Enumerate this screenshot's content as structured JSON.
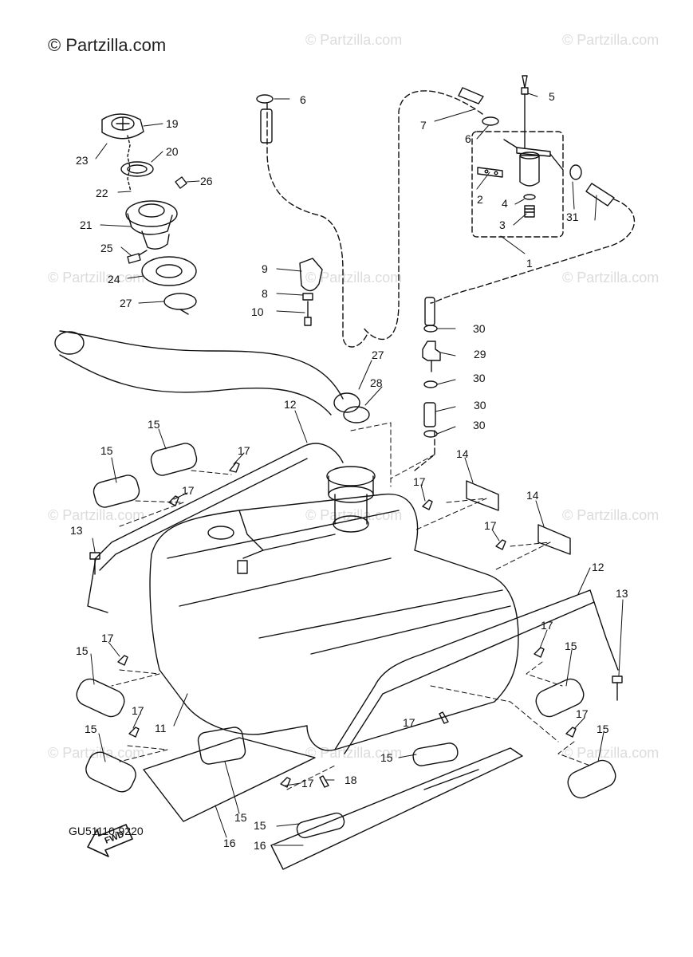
{
  "header": {
    "brand": "© Partzilla.com"
  },
  "watermark": "© Partzilla.com",
  "diagram_code": "GU51110-9220",
  "fwd_label": "FWD",
  "callouts": [
    "1",
    "2",
    "3",
    "4",
    "5",
    "6",
    "6",
    "7",
    "8",
    "9",
    "10",
    "11",
    "12",
    "12",
    "13",
    "13",
    "14",
    "14",
    "15",
    "15",
    "15",
    "15",
    "15",
    "15",
    "15",
    "15",
    "15",
    "16",
    "16",
    "17",
    "17",
    "17",
    "17",
    "17",
    "17",
    "17",
    "17",
    "17",
    "17",
    "18",
    "19",
    "20",
    "21",
    "22",
    "23",
    "24",
    "25",
    "26",
    "27",
    "27",
    "28",
    "29",
    "30",
    "30",
    "30",
    "30",
    "31"
  ]
}
